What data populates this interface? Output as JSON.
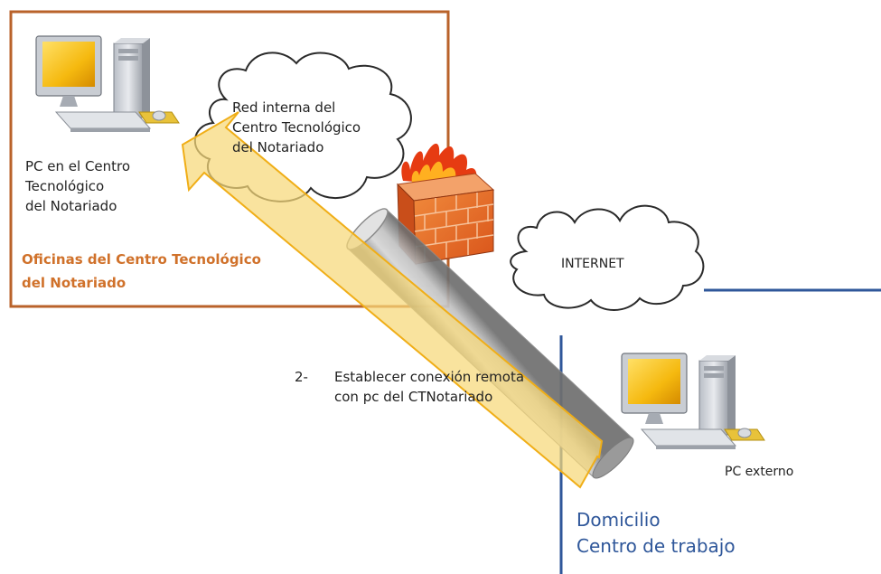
{
  "office": {
    "pc_label": [
      "PC en el Centro",
      "Tecnológico",
      "del Notariado"
    ],
    "cloud_label": [
      "Red interna del",
      "Centro Tecnológico",
      "del Notariado"
    ],
    "title": [
      "Oficinas del Centro Tecnológico",
      "del Notariado"
    ]
  },
  "internet": {
    "label": "INTERNET"
  },
  "step": {
    "number": "2-",
    "text": [
      "Establecer conexión remota",
      "con pc del CTNotariado"
    ]
  },
  "home": {
    "pc_label": "PC externo",
    "title": [
      "Domicilio",
      "Centro de trabajo"
    ]
  },
  "colors": {
    "office_border": "#b9622a",
    "office_text": "#d0712a",
    "home_line": "#2f579a",
    "arrow_fill": "#f7d879",
    "arrow_stroke": "#f0ae17",
    "tunnel": "#a9a9a9"
  }
}
